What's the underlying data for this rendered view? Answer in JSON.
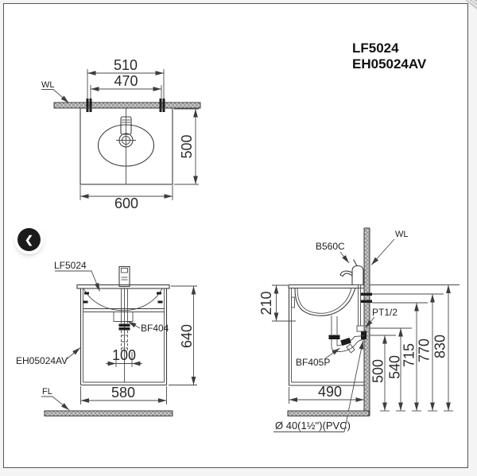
{
  "product_header": {
    "line1": "LF5024",
    "line2": "EH05024AV"
  },
  "back_button": {
    "chevron_glyph": "❮"
  },
  "top_view": {
    "wl_label": "WL",
    "dim_510": "510",
    "dim_470": "470",
    "dim_500": "500",
    "dim_600": "600"
  },
  "front_view": {
    "label_faucet": "LF5024",
    "label_drain": "BF404",
    "label_cabinet": "EH05024AV",
    "label_floor": "FL",
    "dim_100": "100",
    "dim_580": "580",
    "dim_640": "640"
  },
  "side_view": {
    "label_faucet": "B560C",
    "label_wall": "WL",
    "label_supply": "PT1/2",
    "label_trap": "BF405P",
    "label_drain_pipe": "Ø 40(1½\")(PVC)",
    "dim_210": "210",
    "dim_490": "490",
    "dim_500": "500",
    "dim_540": "540",
    "dim_715": "715",
    "dim_770": "770",
    "dim_830": "830"
  },
  "colors": {
    "line": "#3d3d3d",
    "accent_black": "#1c1c1c",
    "hatch_fill": "#cdcdcd"
  }
}
